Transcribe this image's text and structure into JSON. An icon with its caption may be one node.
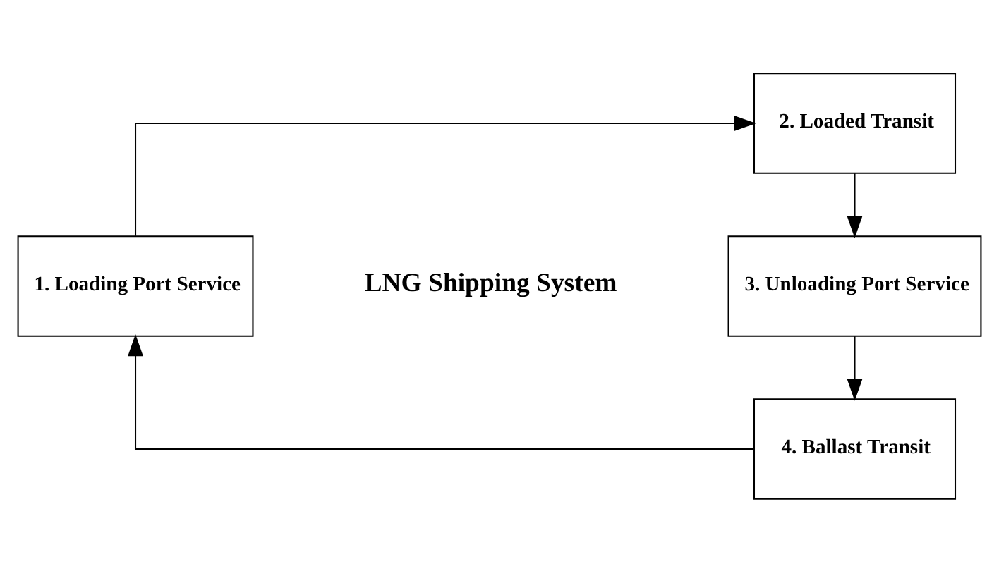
{
  "diagram": {
    "nodes": [
      {
        "text": [
          "1. Loading Port Service"
        ]
      },
      {
        "text": [
          "2. Loaded Transit"
        ]
      },
      {
        "text": [
          "3. Unloading Port Service"
        ]
      },
      {
        "text": [
          "4. Ballast Transit"
        ]
      }
    ],
    "edges": [
      {
        "from": 0,
        "to": 1,
        "arrow": "to"
      },
      {
        "from": 1,
        "to": 2,
        "arrow": "to"
      },
      {
        "from": 2,
        "to": 3,
        "arrow": "to"
      },
      {
        "from": 3,
        "to": 0,
        "arrow": "to"
      }
    ],
    "labels": [
      "LNG Shipping System"
    ]
  }
}
